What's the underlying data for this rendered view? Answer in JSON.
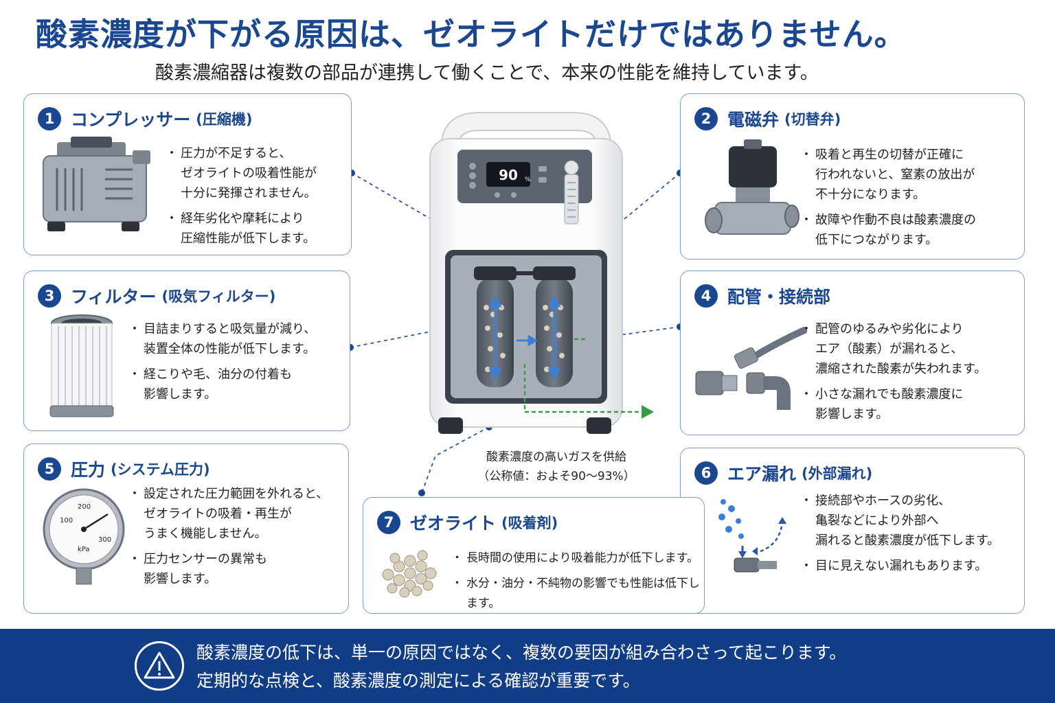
{
  "header": {
    "title": "酸素濃度が下がる原因は、ゼオライトだけではありません。",
    "subtitle": "酸素濃縮器は複数の部品が連携して働くことで、本来の性能を維持しています。"
  },
  "device": {
    "display_value": "90",
    "display_unit": "%"
  },
  "center_caption": {
    "line1": "酸素濃度の高いガスを供給",
    "line2": "（公称値：およそ90〜93%）"
  },
  "cards": {
    "c1": {
      "num": "1",
      "title": "コンプレッサー",
      "sub": "(圧縮機)",
      "bullets": [
        "圧力が不足すると、\nゼオライトの吸着性能が\n十分に発揮されません。",
        "経年劣化や摩耗により\n圧縮性能が低下します。"
      ]
    },
    "c2": {
      "num": "2",
      "title": "電磁弁",
      "sub": "(切替弁)",
      "bullets": [
        "吸着と再生の切替が正確に\n行われないと、窒素の放出が\n不十分になります。",
        "故障や作動不良は酸素濃度の\n低下につながります。"
      ]
    },
    "c3": {
      "num": "3",
      "title": "フィルター",
      "sub": "(吸気フィルター)",
      "bullets": [
        "目詰まりすると吸気量が減り、\n装置全体の性能が低下します。",
        "経こりや毛、油分の付着も\n影響します。"
      ]
    },
    "c4": {
      "num": "4",
      "title": "配管・接続部",
      "sub": "",
      "bullets": [
        "配管のゆるみや劣化により\nエア（酸素）が漏れると、\n濃縮された酸素が失われます。",
        "小さな漏れでも酸素濃度に\n影響します。"
      ]
    },
    "c5": {
      "num": "5",
      "title": "圧力",
      "sub": "(システム圧力)",
      "bullets": [
        "設定された圧力範囲を外れると、\nゼオライトの吸着・再生が\nうまく機能しません。",
        "圧力センサーの異常も\n影響します。"
      ]
    },
    "c6": {
      "num": "6",
      "title": "エア漏れ",
      "sub": "(外部漏れ)",
      "bullets": [
        "接続部やホースの劣化、\n亀裂などにより外部へ\n漏れると酸素濃度が低下します。",
        "目に見えない漏れもあります。"
      ]
    },
    "c7": {
      "num": "7",
      "title": "ゼオライト",
      "sub": "(吸着剤)",
      "bullets": [
        "長時間の使用により吸着能力が低下します。",
        "水分・油分・不純物の影響でも性能は低下します。"
      ]
    }
  },
  "gauge": {
    "ticks": [
      "100",
      "200",
      "300"
    ],
    "unit": "kPa"
  },
  "footer": {
    "line1": "酸素濃度の低下は、単一の原因ではなく、複数の要因が組み合わさって起こります。",
    "line2": "定期的な点検と、酸素濃度の測定による確認が重要です。"
  },
  "colors": {
    "primary": "#1a4790",
    "footer_bg": "#113d87",
    "card_border": "#7b9ad0",
    "leader": "#2b55a5",
    "flow_green": "#3a9a4a"
  }
}
